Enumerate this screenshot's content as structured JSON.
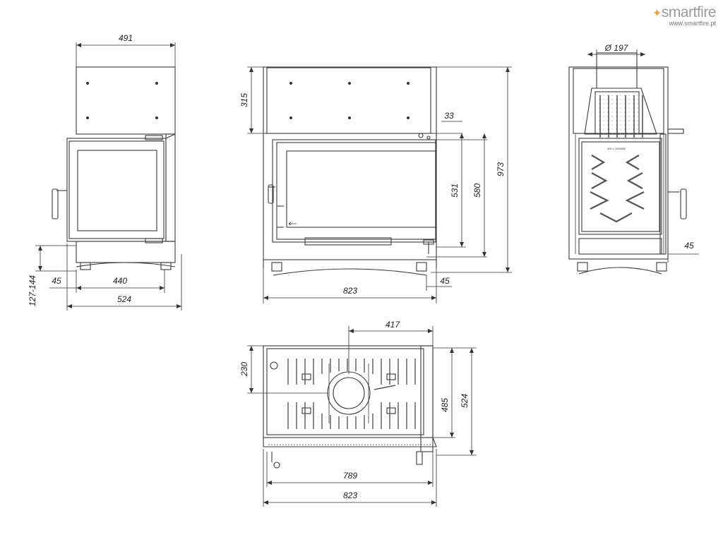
{
  "brand": {
    "name": "smartfire",
    "url": "www.smartfire.pt",
    "flame_color": "#f2a23a"
  },
  "colors": {
    "line": "#3a3a3a",
    "dimension": "#333333",
    "text": "#222222"
  },
  "views": {
    "side_left": {
      "dims": {
        "top_width": "491",
        "inner_width": "440",
        "outer_width": "524",
        "leg_offset": "45",
        "leg_height": "127-144"
      }
    },
    "front": {
      "dims": {
        "hood_height": "315",
        "door_offset": "33",
        "glass_height": "531",
        "door_height": "580",
        "total_height": "973",
        "total_width": "823",
        "leg_offset": "45"
      }
    },
    "side_right": {
      "dims": {
        "flue_diameter": "Ø 197",
        "leg_offset": "45"
      },
      "plate_text": "400 x 1000kW"
    },
    "top": {
      "dims": {
        "flue_offset": "417",
        "flue_depth": "230",
        "inner_depth": "485",
        "outer_depth": "524",
        "inner_width": "789",
        "outer_width": "823"
      }
    }
  }
}
